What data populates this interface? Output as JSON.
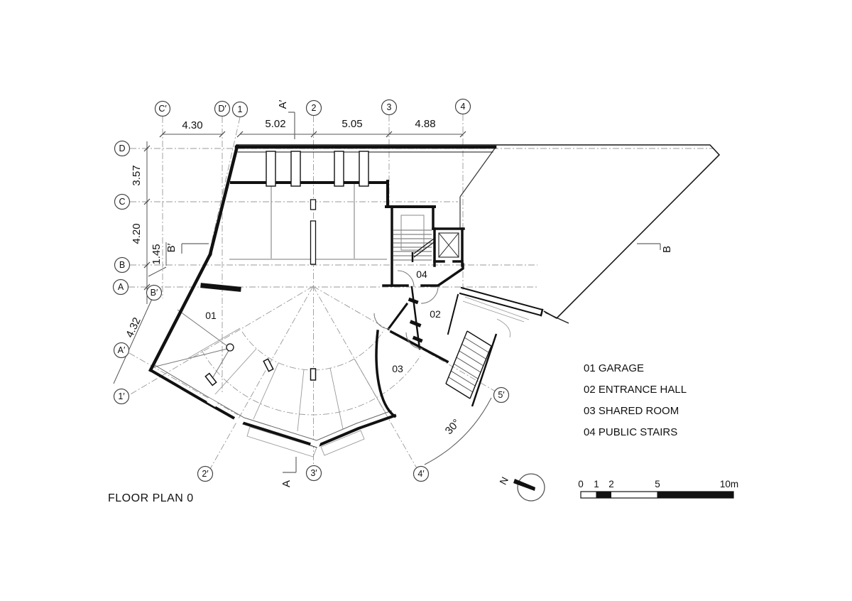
{
  "title": "FLOOR PLAN 0",
  "legend": {
    "items": [
      "01 GARAGE",
      "02 ENTRANCE HALL",
      "03 SHARED ROOM",
      "04 PUBLIC STAIRS"
    ]
  },
  "rooms": {
    "r01": "01",
    "r02": "02",
    "r03": "03",
    "r04": "04"
  },
  "grid": {
    "top": [
      "C′",
      "D′",
      "1",
      "2",
      "3",
      "4"
    ],
    "left": [
      "D",
      "C",
      "B",
      "A",
      "B′",
      "A′",
      "1′"
    ],
    "bottom": [
      "2′",
      "3′",
      "4′"
    ],
    "right": [
      "5′"
    ]
  },
  "dimensions": {
    "top": [
      "4.30",
      "5.02",
      "5.05",
      "4.88"
    ],
    "left": [
      "3.57",
      "4.20",
      "1.45"
    ],
    "diagonal": "4.32",
    "angle": "30°"
  },
  "sections": {
    "a_top": "A′",
    "a_bottom": "A",
    "b_left": "B′",
    "b_right": "B"
  },
  "north": {
    "label": "N"
  },
  "scale_bar": {
    "ticks": [
      "0",
      "1",
      "2",
      "5"
    ],
    "end": "10m"
  },
  "colors": {
    "ink": "#111111",
    "grid": "#999999",
    "paper": "#ffffff"
  }
}
